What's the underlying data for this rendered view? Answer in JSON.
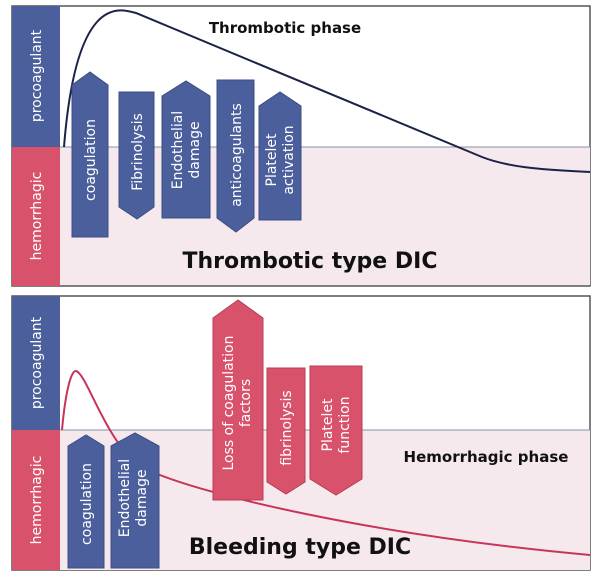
{
  "colors": {
    "blue": "#4b5f9c",
    "pink": "#d9526c",
    "hemorrhagic_bg": "#f6e9ee",
    "curve_dark": "#1b2347",
    "curve_red": "#c83458",
    "border": "#555555"
  },
  "panel_top": {
    "title": "Thrombotic type DIC",
    "phase_label": "Thrombotic phase",
    "axis": {
      "procoagulant": "procoagulant",
      "hemorrhagic": "hemorrhagic"
    },
    "factors": [
      {
        "lines": [
          "coagulation"
        ]
      },
      {
        "lines": [
          "Fibrinolysis"
        ]
      },
      {
        "lines": [
          "Endothelial",
          "damage"
        ]
      },
      {
        "lines": [
          "anticoagulants"
        ]
      },
      {
        "lines": [
          "Platelet",
          "activation"
        ]
      }
    ]
  },
  "panel_bottom": {
    "title": "Bleeding type DIC",
    "phase_label": "Hemorrhagic phase",
    "axis": {
      "procoagulant": "procoagulant",
      "hemorrhagic": "hemorrhagic"
    },
    "factors_blue": [
      {
        "lines": [
          "coagulation"
        ]
      },
      {
        "lines": [
          "Endothelial",
          "damage"
        ]
      }
    ],
    "factors_pink": [
      {
        "lines": [
          "Loss of coagulation",
          "factors"
        ]
      },
      {
        "lines": [
          "fibrinolysis"
        ]
      },
      {
        "lines": [
          "Platelet",
          "function"
        ]
      }
    ]
  }
}
